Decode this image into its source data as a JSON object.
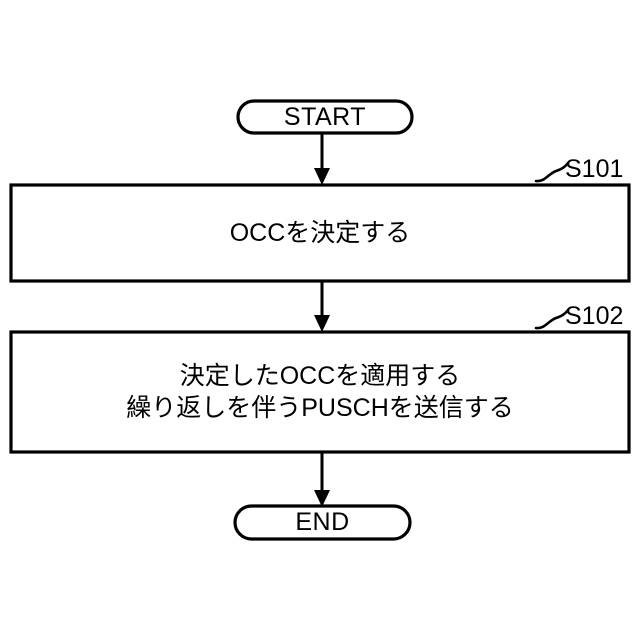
{
  "diagram": {
    "title": "PUSCH OCC determination flowchart",
    "background_color": "#ffffff",
    "stroke_color": "#000000",
    "nodes": {
      "start": {
        "label": "START",
        "shape": "terminal"
      },
      "step1": {
        "label": "OCCを決定する",
        "shape": "process",
        "step_id": "S101"
      },
      "step2": {
        "line1": "決定したOCCを適用する",
        "line2": "繰り返しを伴うPUSCHを送信する",
        "shape": "process",
        "step_id": "S102"
      },
      "end": {
        "label": "END",
        "shape": "terminal"
      }
    },
    "connectors": [
      {
        "from": "start",
        "to": "step1",
        "arrow": "down"
      },
      {
        "from": "step1",
        "to": "step2",
        "arrow": "down"
      },
      {
        "from": "step2",
        "to": "end",
        "arrow": "down"
      }
    ]
  }
}
